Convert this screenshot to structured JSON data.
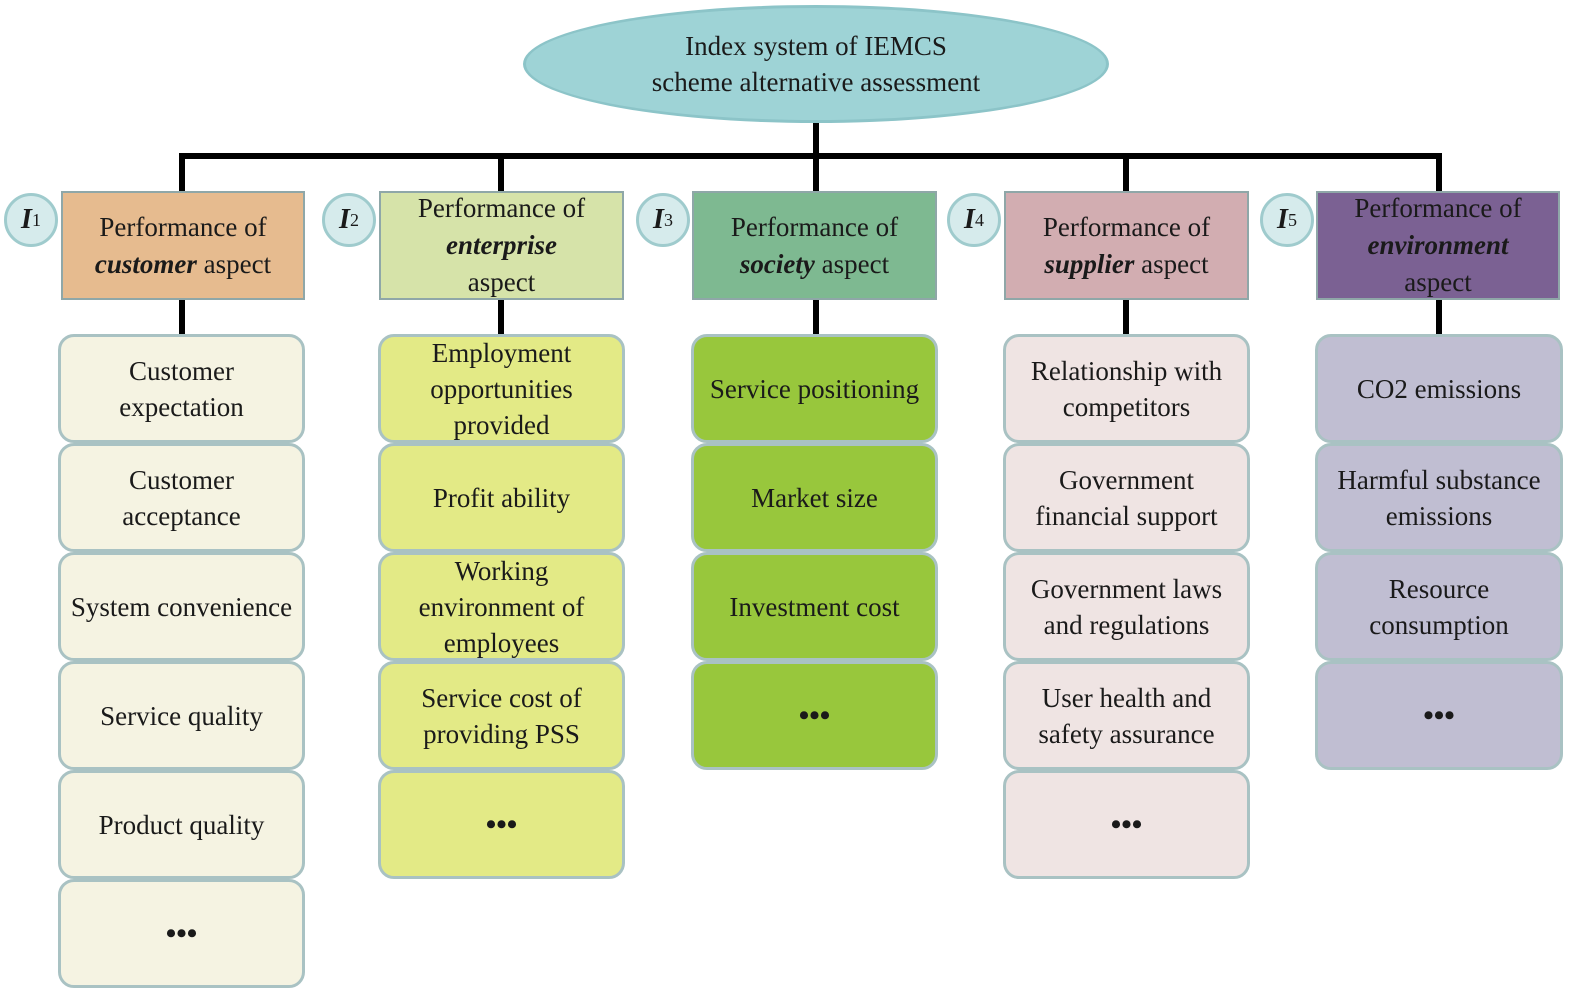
{
  "root": {
    "line1": "Index system of IEMCS",
    "line2": "scheme alternative assessment"
  },
  "colors": {
    "connector": "#000000",
    "root_fill": "#9ed3d6",
    "badge_fill": "#d6ebec",
    "customer_header": "#e6bb8f",
    "customer_items": "#f5f3e2",
    "enterprise_header": "#d6e3a9",
    "enterprise_items": "#e3ea86",
    "society_header": "#7eb991",
    "society_items": "#98c73c",
    "supplier_header": "#d2adb1",
    "supplier_items": "#efe4e3",
    "environment_header": "#7b6193",
    "environment_items": "#c0bed2"
  },
  "aspects": [
    {
      "badge": "I",
      "badge_sub": "1",
      "title": [
        "Performance of",
        "customer|aspect"
      ],
      "items": [
        "Customer expectation",
        "Customer acceptance",
        "System convenience",
        "Service quality",
        "Product quality",
        "..."
      ]
    },
    {
      "badge": "I",
      "badge_sub": "2",
      "title": [
        "Performance of",
        "enterprise|",
        "aspect"
      ],
      "items": [
        "Employment opportunities provided",
        "Profit ability",
        "Working environment of employees",
        "Service cost of providing PSS",
        "..."
      ]
    },
    {
      "badge": "I",
      "badge_sub": "3",
      "title": [
        "Performance of",
        "society|aspect"
      ],
      "items": [
        "Service positioning",
        "Market size",
        "Investment cost",
        "..."
      ]
    },
    {
      "badge": "I",
      "badge_sub": "4",
      "title": [
        "Performance of",
        "supplier|aspect"
      ],
      "items": [
        "Relationship with competitors",
        "Government financial support",
        "Government laws and regulations",
        "User health and safety assurance",
        "..."
      ]
    },
    {
      "badge": "I",
      "badge_sub": "5",
      "title": [
        "Performance of",
        "environment|",
        "aspect"
      ],
      "items": [
        "CO2 emissions",
        "Harmful substance emissions",
        "Resource consumption",
        "..."
      ]
    }
  ]
}
